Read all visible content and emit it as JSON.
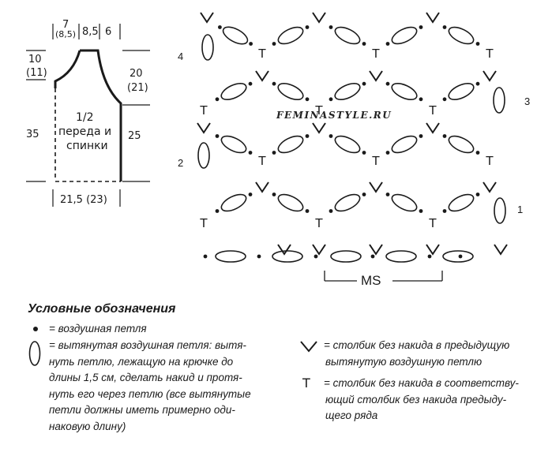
{
  "schematic": {
    "top_7": "7",
    "top_85a": "(8,5)",
    "top_85b": "8,5",
    "top_6": "6",
    "left_10": "10",
    "left_11": "(11)",
    "left_35": "35",
    "right_20": "20",
    "right_21": "(21)",
    "right_25": "25",
    "center_line1": "1/2",
    "center_line2": "переда и",
    "center_line3": "спинки",
    "bottom": "21,5 (23)"
  },
  "diagram": {
    "watermark": "FEMINASTYLE.RU",
    "row_labels": [
      "1",
      "2",
      "3",
      "4"
    ],
    "repeat_label": "MS",
    "symbols": {
      "t_glyph": "T"
    }
  },
  "legend": {
    "title": "Условные обозначения",
    "chain": "= воздушная петля",
    "elongated": [
      "= вытянутая воздушная петля: вытя-",
      "нуть петлю, лежащую на крючке до",
      "длины 1,5 см, сделать накид и протя-",
      "нуть его через петлю (все вытянутые",
      "петли должны иметь примерно оди-",
      "наковую длину)"
    ],
    "v_stitch": [
      "= столбик без накида в предыдущую",
      "вытянутую воздушную петлю"
    ],
    "t_stitch": [
      "= столбик без накида в соответству-",
      "ющий столбик без накида предыду-",
      "щего ряда"
    ]
  }
}
